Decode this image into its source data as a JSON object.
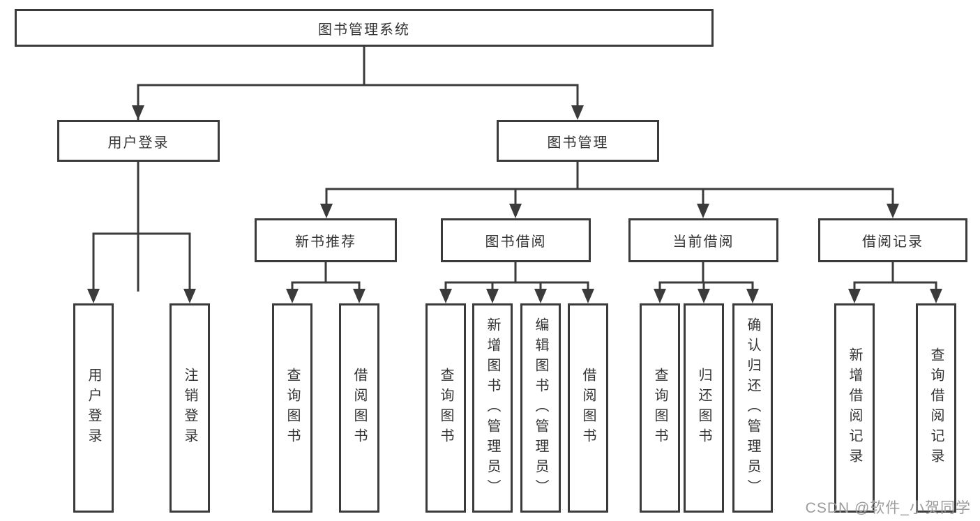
{
  "diagram": {
    "title": "图书管理系统",
    "tree": {
      "label": "图书管理系统",
      "children": [
        {
          "label": "用户登录",
          "children": [
            {
              "label": "用户登录"
            },
            {
              "label": "注销登录"
            }
          ]
        },
        {
          "label": "图书管理",
          "children": [
            {
              "label": "新书推荐",
              "children": [
                {
                  "label": "查询图书"
                },
                {
                  "label": "借阅图书"
                }
              ]
            },
            {
              "label": "图书借阅",
              "children": [
                {
                  "label": "查询图书"
                },
                {
                  "label": "新增图书（管理员）"
                },
                {
                  "label": "编辑图书（管理员）"
                },
                {
                  "label": "借阅图书"
                }
              ]
            },
            {
              "label": "当前借阅",
              "children": [
                {
                  "label": "查询图书"
                },
                {
                  "label": "归还图书"
                },
                {
                  "label": "确认归还（管理员）"
                }
              ]
            },
            {
              "label": "借阅记录",
              "children": [
                {
                  "label": "新增借阅记录"
                },
                {
                  "label": "查询借阅记录"
                }
              ]
            }
          ]
        }
      ]
    },
    "colors": {
      "line": "#3b3b3b",
      "text": "#333333",
      "background": "#ffffff",
      "watermark": "#9c9c9c"
    }
  },
  "watermark": {
    "text": "CSDN @软件_小贺同学"
  }
}
